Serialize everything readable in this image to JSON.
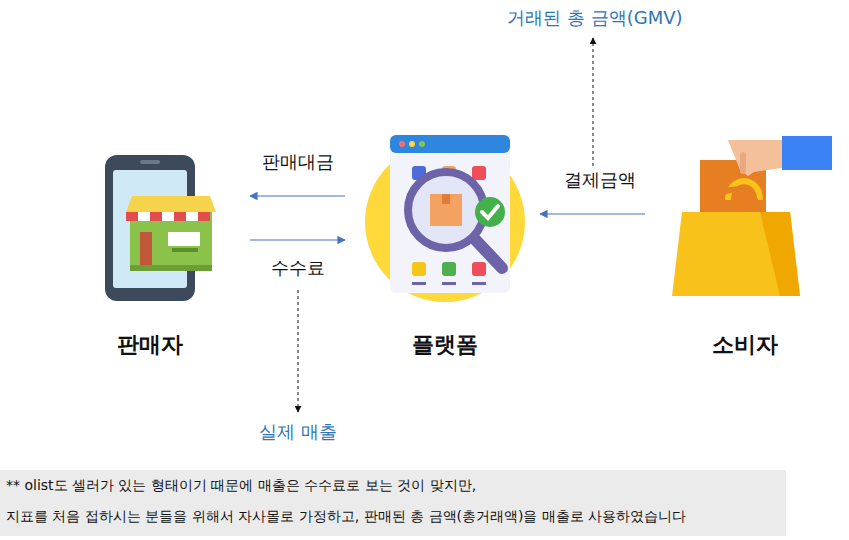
{
  "diagram": {
    "nodes": [
      {
        "text": [
          "판매자"
        ]
      },
      {
        "text": [
          "플랫폼"
        ]
      },
      {
        "text": [
          "소비자"
        ]
      }
    ],
    "edges": [
      {
        "from": 1,
        "to": 0,
        "label": "판매대금",
        "arrow": "to"
      },
      {
        "from": 0,
        "to": 1,
        "label": "수수료",
        "arrow": "to"
      },
      {
        "from": 2,
        "to": 1,
        "label": "결제금액",
        "arrow": "to"
      }
    ],
    "labels": [
      "거래된 총 금액(GMV)",
      "실제 매출",
      "** olist도 셀러가 있는 형태이기 때문에 매출은 수수료로 보는 것이 맞지만,",
      "지표를 처음 접하시는 분들을 위해서 자사몰로 가정하고, 판매된 총 금액(총거래액)을 매출로 사용하였습니다"
    ]
  }
}
